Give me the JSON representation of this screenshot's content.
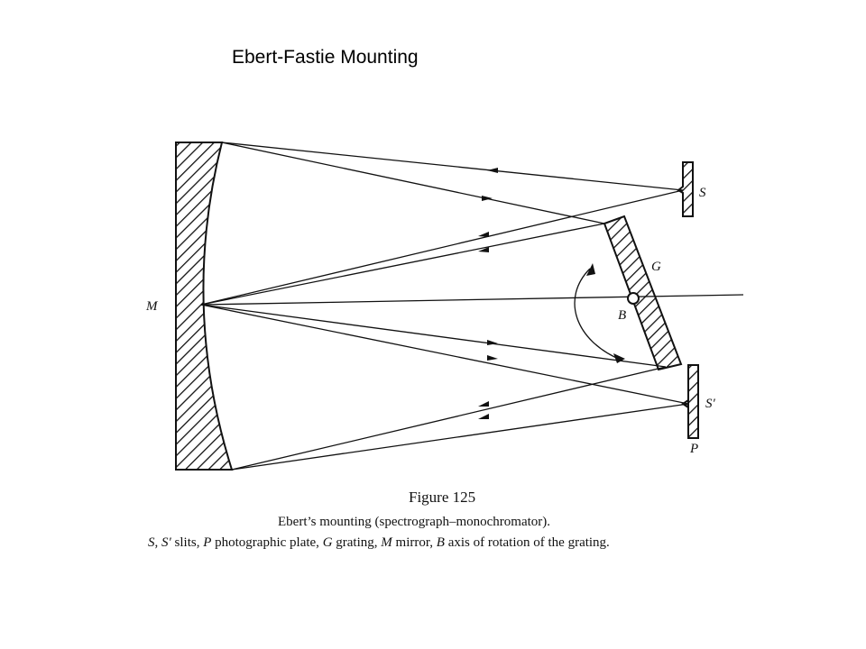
{
  "title": "Ebert-Fastie Mounting",
  "diagram": {
    "labels": {
      "mirror": "M",
      "slit_entrance": "S",
      "grating": "G",
      "axis": "B",
      "slit_exit": "S′",
      "plate": "P"
    }
  },
  "figure": {
    "number": "Figure 125",
    "caption_line1": "Ebert’s mounting (spectrograph–monochromator).",
    "caption_line2": {
      "s": "S",
      "sep1": ", ",
      "s2": "S′",
      "t1": " slits, ",
      "p": "P",
      "t2": " photographic plate, ",
      "g": "G",
      "t3": " grating, ",
      "m": "M",
      "t4": " mirror, ",
      "b": "B",
      "t5": " axis of rotation of the grating."
    }
  }
}
